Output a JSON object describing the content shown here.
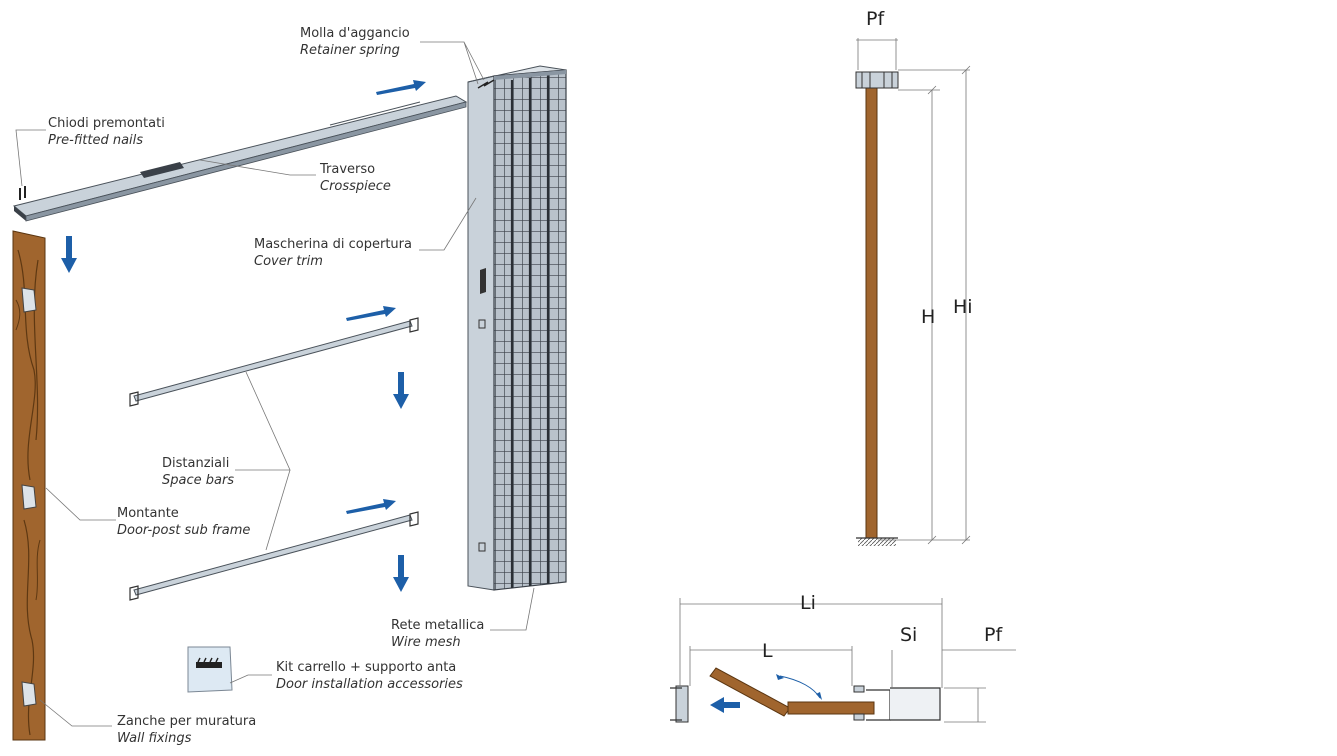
{
  "labels": {
    "retainer": {
      "it": "Molla d'aggancio",
      "en": "Retainer spring"
    },
    "nails": {
      "it": "Chiodi premontati",
      "en": "Pre-fitted nails"
    },
    "crosspiece": {
      "it": "Traverso",
      "en": "Crosspiece"
    },
    "cover": {
      "it": "Mascherina di copertura",
      "en": "Cover trim"
    },
    "spacebars": {
      "it": "Distanziali",
      "en": "Space bars"
    },
    "doorpost": {
      "it": "Montante",
      "en": "Door-post sub frame"
    },
    "mesh": {
      "it": "Rete metallica",
      "en": "Wire mesh"
    },
    "kit": {
      "it": "Kit carrello + supporto anta",
      "en": "Door installation accessories"
    },
    "wallfix": {
      "it": "Zanche per muratura",
      "en": "Wall fixings"
    }
  },
  "dimensions": {
    "pf_top": "Pf",
    "h": "H",
    "hi": "Hi",
    "li": "Li",
    "l": "L",
    "si": "Si",
    "pf_plan": "Pf"
  },
  "colors": {
    "arrow": "#1d5fa8",
    "wood": "#a0652e",
    "metal": "#c9d2da",
    "metal_dark": "#8a96a2",
    "line": "#888888"
  }
}
